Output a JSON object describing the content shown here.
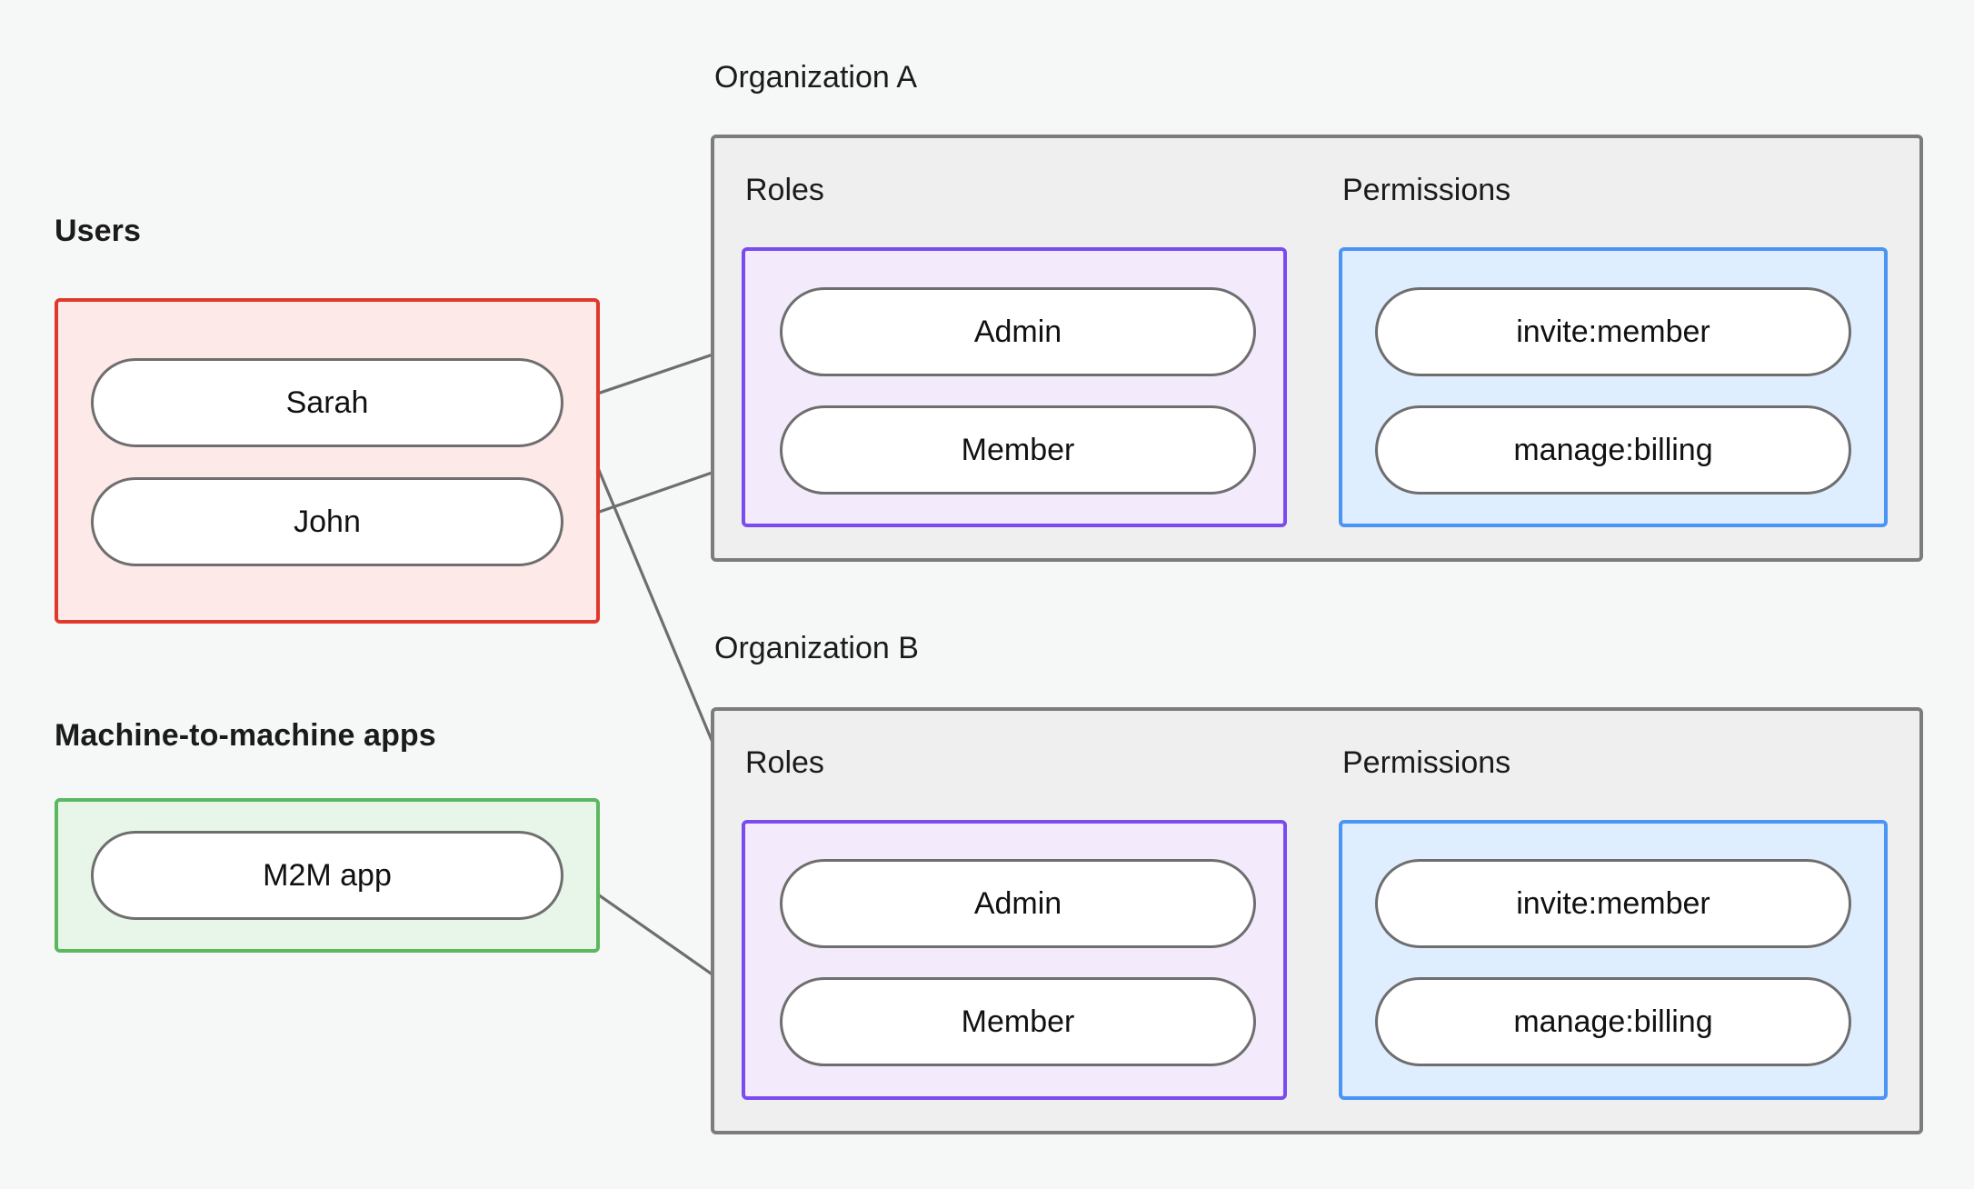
{
  "diagram": {
    "title_visible": false,
    "background_color": "#f6f8f7",
    "sections": {
      "users": {
        "caption": "Users",
        "border_color": "#e0392b",
        "fill_color": "#fdeae8",
        "nodes": [
          {
            "label": "Sarah"
          },
          {
            "label": "John"
          }
        ]
      },
      "m2m": {
        "caption": "Machine-to-machine apps",
        "border_color": "#5cb761",
        "fill_color": "#e8f6e9",
        "nodes": [
          {
            "label": "M2M app"
          }
        ]
      },
      "organizations": [
        {
          "caption": "Organization A",
          "border_color": "#7c7c7c",
          "fill_color": "#eeefee",
          "roles": {
            "caption": "Roles",
            "border_color": "#7a4cf0",
            "fill_color": "#f3ebfb",
            "nodes": [
              {
                "label": "Admin"
              },
              {
                "label": "Member"
              }
            ]
          },
          "permissions": {
            "caption": "Permissions",
            "border_color": "#4a94f5",
            "fill_color": "#dfeeff",
            "nodes": [
              {
                "label": "invite:member"
              },
              {
                "label": "manage:billing"
              }
            ]
          }
        },
        {
          "caption": "Organization B",
          "border_color": "#7c7c7c",
          "fill_color": "#eeefee",
          "roles": {
            "caption": "Roles",
            "border_color": "#7a4cf0",
            "fill_color": "#f3ebfb",
            "nodes": [
              {
                "label": "Admin"
              },
              {
                "label": "Member"
              }
            ]
          },
          "permissions": {
            "caption": "Permissions",
            "border_color": "#4a94f5",
            "fill_color": "#dfeeff",
            "nodes": [
              {
                "label": "invite:member"
              },
              {
                "label": "manage:billing"
              }
            ]
          }
        }
      ]
    },
    "edges": [
      {
        "from": "Sarah",
        "to": "Organization A / Admin"
      },
      {
        "from": "Sarah",
        "to": "Organization B / Admin"
      },
      {
        "from": "John",
        "to": "Organization A / Member"
      },
      {
        "from": "M2M app",
        "to": "Organization B / Member"
      },
      {
        "from": "Organization A / Admin",
        "to": "Organization A / invite:member"
      },
      {
        "from": "Organization A / Admin",
        "to": "Organization A / manage:billing"
      },
      {
        "from": "Organization A / Member",
        "to": "Organization A / manage:billing"
      },
      {
        "from": "Organization B / Admin",
        "to": "Organization B / invite:member"
      },
      {
        "from": "Organization B / Admin",
        "to": "Organization B / manage:billing"
      },
      {
        "from": "Organization B / Member",
        "to": "Organization B / manage:billing"
      }
    ],
    "edge_color": "#6e6e6e"
  }
}
